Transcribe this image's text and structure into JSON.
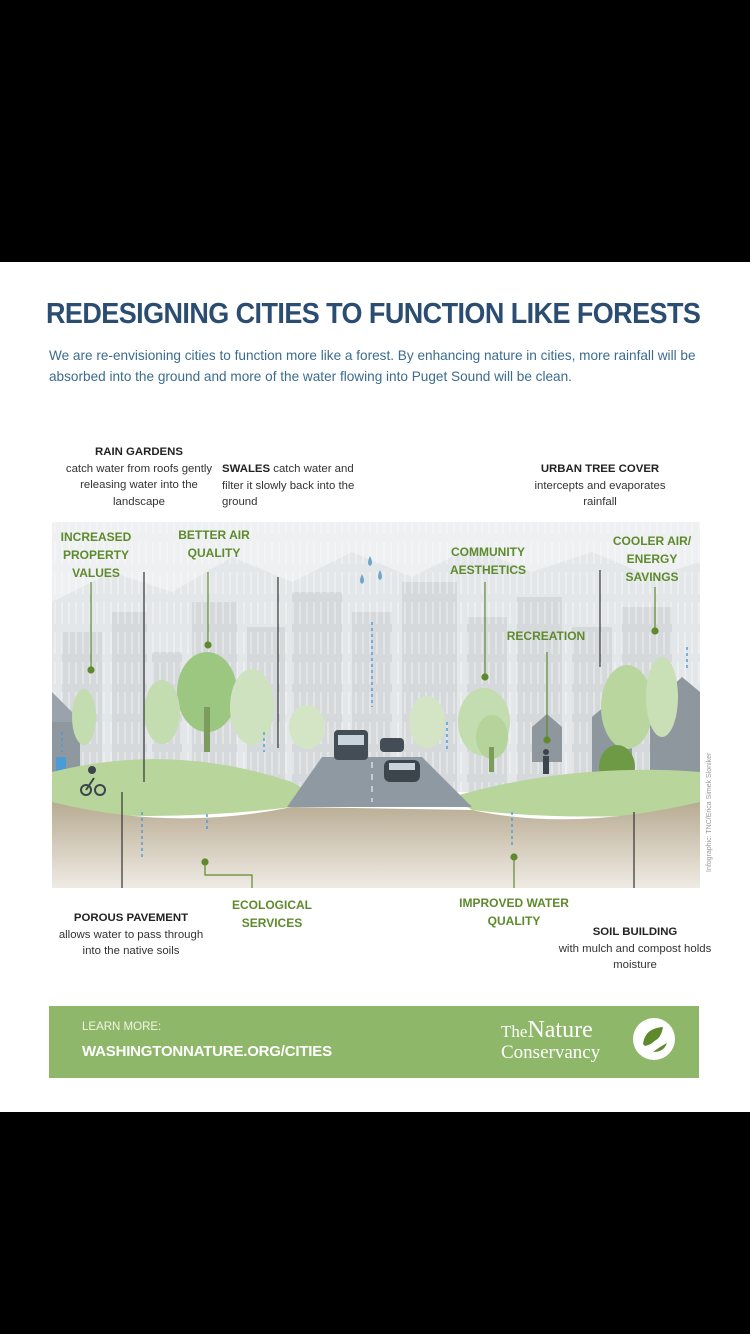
{
  "title": "REDESIGNING CITIES TO FUNCTION LIKE FORESTS",
  "intro": "We are re-envisioning cities to function more like a forest. By enhancing nature in cities, more rainfall will be absorbed into the ground and more of the water flowing into Puget Sound will be clean.",
  "labels": {
    "rain_gardens": {
      "heading": "RAIN GARDENS",
      "text": "catch water from roofs gently releasing water into the landscape"
    },
    "swales": {
      "heading": "SWALES",
      "text": " catch water and filter it slowly back into the ground"
    },
    "urban_tree_cover": {
      "heading": "URBAN TREE COVER",
      "text": "intercepts and evaporates rainfall"
    },
    "porous_pavement": {
      "heading": "POROUS PAVEMENT",
      "text": "allows water to pass through into the native soils"
    },
    "soil_building": {
      "heading": "SOIL BUILDING",
      "text": "with mulch and compost holds moisture"
    }
  },
  "benefits": {
    "increased_property_values": "INCREASED PROPERTY VALUES",
    "better_air_quality": "BETTER AIR QUALITY",
    "community_aesthetics": "COMMUNITY AESTHETICS",
    "cooler_air": "COOLER AIR/ ENERGY SAVINGS",
    "recreation": "RECREATION",
    "ecological_services": "ECOLOGICAL SERVICES",
    "improved_water_quality": "IMPROVED WATER QUALITY"
  },
  "credit": "Infographic: TNC/Erica Simek Sloniker",
  "footer": {
    "learn_more": "LEARN MORE:",
    "url": "WASHINGTONNATURE.ORG/CITIES",
    "logo_lettering": "The Nature Conservancy"
  },
  "colors": {
    "title": "#2b4d72",
    "intro": "#3b6b8f",
    "benefit": "#5e8a2d",
    "footer_bg": "#8fb76a",
    "background_bands": "#000000"
  }
}
